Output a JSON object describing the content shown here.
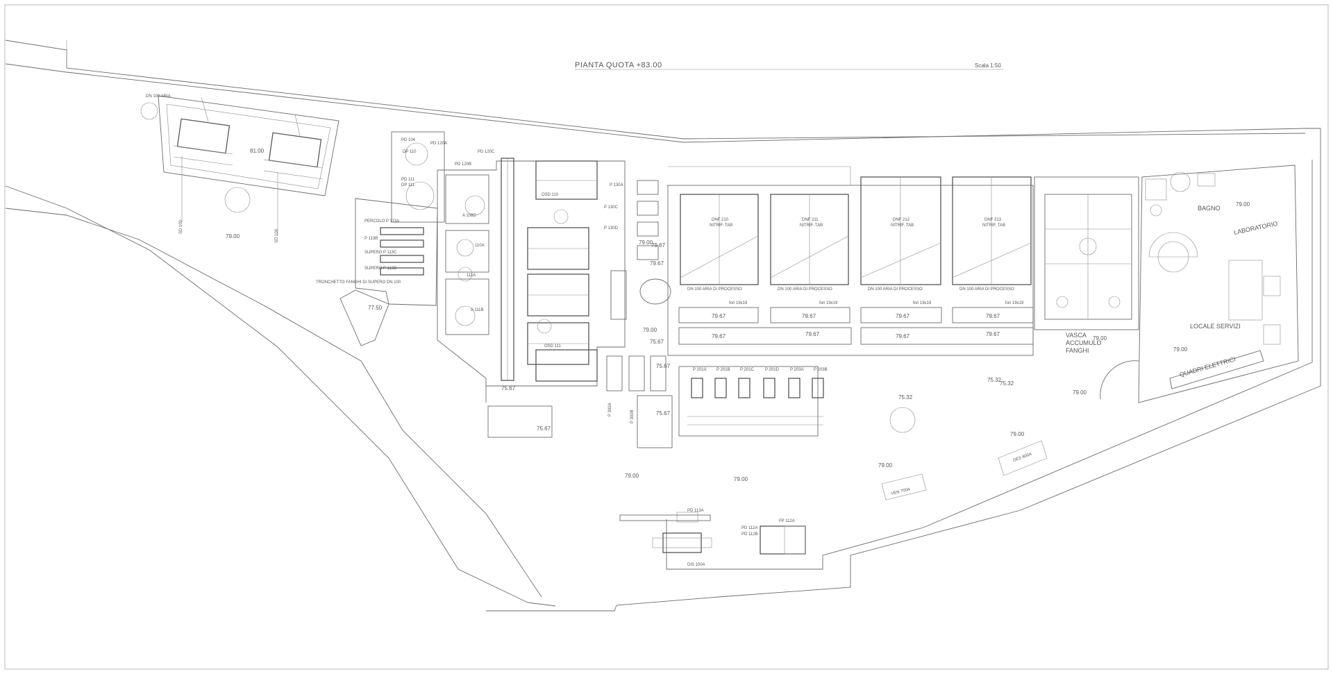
{
  "drawing": {
    "title": "PIANTA QUOTA +83.00",
    "scale": "Scala 1:50"
  },
  "rooms": {
    "bagno": "BAGNO",
    "laboratorio": "LABORATORIO",
    "locale_servizi": "LOCALE SERVIZI",
    "quadri_elettrici": "QUADRI ELETTRICI",
    "vasca_accumulo": [
      "VASCA",
      "ACCUMULO",
      "FANGHI"
    ]
  },
  "levels": {
    "top_left": "81.00",
    "left": "79.00",
    "left_lower": "77.50",
    "center_1": "79.00",
    "center_2": "79.67",
    "center_3": "79.67",
    "center_4": "79.00",
    "center_5": "75.67",
    "center_6": "75.67",
    "center_7": "75.67",
    "center_8": "75.67",
    "center_9": "75.67",
    "mid_1": "75.32",
    "mid_2": "75.32",
    "mid_3": "75.32",
    "bottom_1": "79.00",
    "bottom_2": "79.00",
    "bottom_3": "79.00",
    "bottom_4": "79.00",
    "right_1": "79.00",
    "right_2": "79.00",
    "right_3": "79.00",
    "right_4": "79.00",
    "vasca": "79.00"
  },
  "tanks": {
    "dnf": [
      {
        "name": "DNF 210",
        "note": "NITRIF. TAB"
      },
      {
        "name": "DNF 211",
        "note": "NITRIF. TAB"
      },
      {
        "name": "DNF 212",
        "note": "NITRIF. TAB"
      },
      {
        "name": "DNF 213",
        "note": "NITRIF. TAB"
      }
    ],
    "fori": [
      "fori 19x19",
      "fori 19x19",
      "fori 19x19",
      "fori 19x19"
    ],
    "basin_levels": [
      "79.67",
      "79.67",
      "79.67",
      "79.67"
    ],
    "basin_levels_2": [
      "79.67",
      "79.67",
      "79.67",
      "79.67"
    ],
    "processo": [
      "DN 100 ARIA DI PROCESSO",
      "DN 100 ARIA DI PROCESSO",
      "DN 100 ARIA DI PROCESSO",
      "DN 100 ARIA DI PROCESSO"
    ]
  },
  "equipment": {
    "pumps_row": [
      "P 201A",
      "P 201B",
      "P 201C",
      "P 201D",
      "P 203A",
      "P 203B"
    ],
    "left_pumps": [
      "PERCOLO P 113A",
      "P 113B",
      "SUPERO P 113C",
      "SUPERO P 113D"
    ],
    "valves": [
      "A 108D",
      "110A",
      "111A",
      "A 111B"
    ],
    "tags_top": [
      "PD 104",
      "PD 120A",
      "DP 110",
      "PD 120B",
      "PD 120C",
      "PD 111",
      "DP 111"
    ],
    "tags_center": [
      "P 130A",
      "P 130C",
      "P 130D",
      "OSD 110",
      "OSD 111"
    ],
    "tags_bottom": [
      "PD 113A",
      "DIS 100A",
      "PD 112A",
      "PD 112B",
      "FP 112A",
      "VEN 700A",
      "DES 800A"
    ],
    "tags_misc": [
      "DN 100 ARIA",
      "SD 100",
      "SD 100",
      "P 300A",
      "P 300B",
      "TRONCHETTO FANGHI DI SUPERO DN 100"
    ]
  }
}
